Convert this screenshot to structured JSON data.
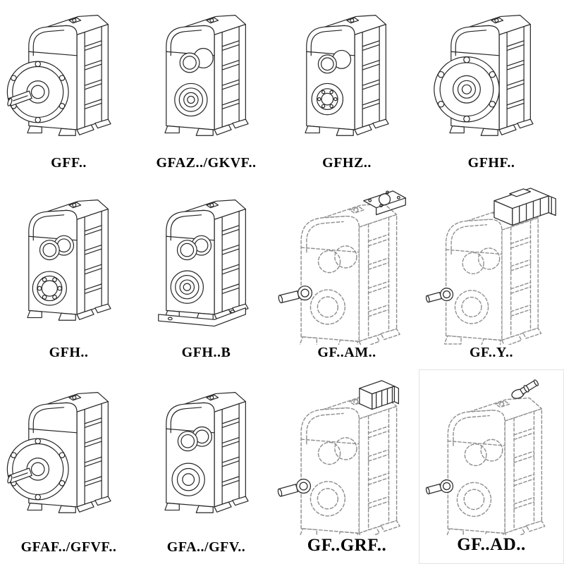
{
  "page": {
    "kind": "gear-reducer-model-catalog"
  },
  "colors": {
    "background": "#ffffff",
    "solid_line": "#262626",
    "phantom_line": "#8f8f8f",
    "label_text": "#000000"
  },
  "cells": [
    {
      "label": "GFF..",
      "drawing": "flange-mounted-gearbox-with-output-shaft",
      "line_style": "solid"
    },
    {
      "label": "GFAZ../GKVF..",
      "drawing": "shaft-mounted-gearbox-hollow-shaft",
      "line_style": "solid"
    },
    {
      "label": "GFHZ..",
      "drawing": "shaft-mounted-gearbox-hollow-shaft",
      "line_style": "solid"
    },
    {
      "label": "GFHF..",
      "drawing": "flange-mounted-gearbox-hollow-shaft",
      "line_style": "solid"
    },
    {
      "label": "GFH..",
      "drawing": "foot-mounted-gearbox",
      "line_style": "solid"
    },
    {
      "label": "GFH..B",
      "drawing": "foot-mounted-gearbox-with-base-plate",
      "line_style": "solid"
    },
    {
      "label": "GF..AM..",
      "drawing": "gearbox-with-motor-adapter-flange",
      "line_style": "dashed"
    },
    {
      "label": "GF..Y..",
      "drawing": "gearbox-with-mounted-motor",
      "line_style": "dashed"
    },
    {
      "label": "GFAF../GFVF..",
      "drawing": "flange-mounted-gearbox-with-output-shaft",
      "line_style": "solid"
    },
    {
      "label": "GFA../GFV..",
      "drawing": "foot-mounted-gearbox",
      "line_style": "solid"
    },
    {
      "label": "GF..GRF..",
      "drawing": "gearbox-with-input-adapter",
      "line_style": "dashed"
    },
    {
      "label": "GF..AD..",
      "drawing": "gearbox-with-input-shaft-adapter",
      "line_style": "dashed"
    }
  ]
}
